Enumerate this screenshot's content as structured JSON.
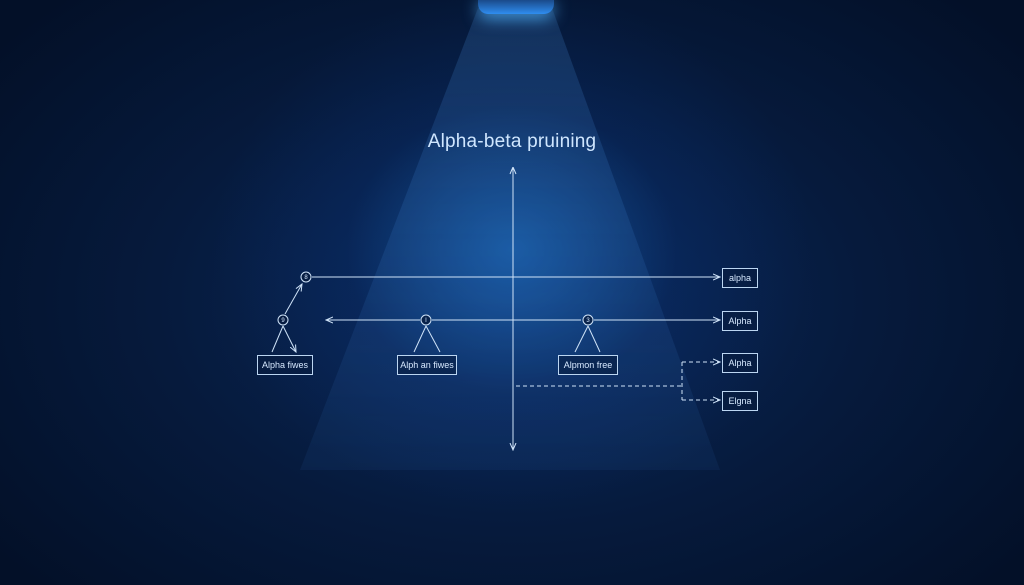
{
  "title": "Alpha-beta pruining",
  "nodes": [
    {
      "id": "top",
      "label": "8"
    },
    {
      "id": "left",
      "label": "9"
    },
    {
      "id": "mid",
      "label": "I"
    },
    {
      "id": "right",
      "label": "3"
    }
  ],
  "subtree_labels": [
    "Alpha fiwes",
    "Alph an fiwes",
    "Alpmon free"
  ],
  "right_labels": [
    "alpha",
    "Alpha",
    "Alpha",
    "Elgna"
  ],
  "colors": {
    "background": "#03122e",
    "glow": "#2f8df0",
    "line": "#cfe3f8",
    "text": "#d7e9ff"
  }
}
